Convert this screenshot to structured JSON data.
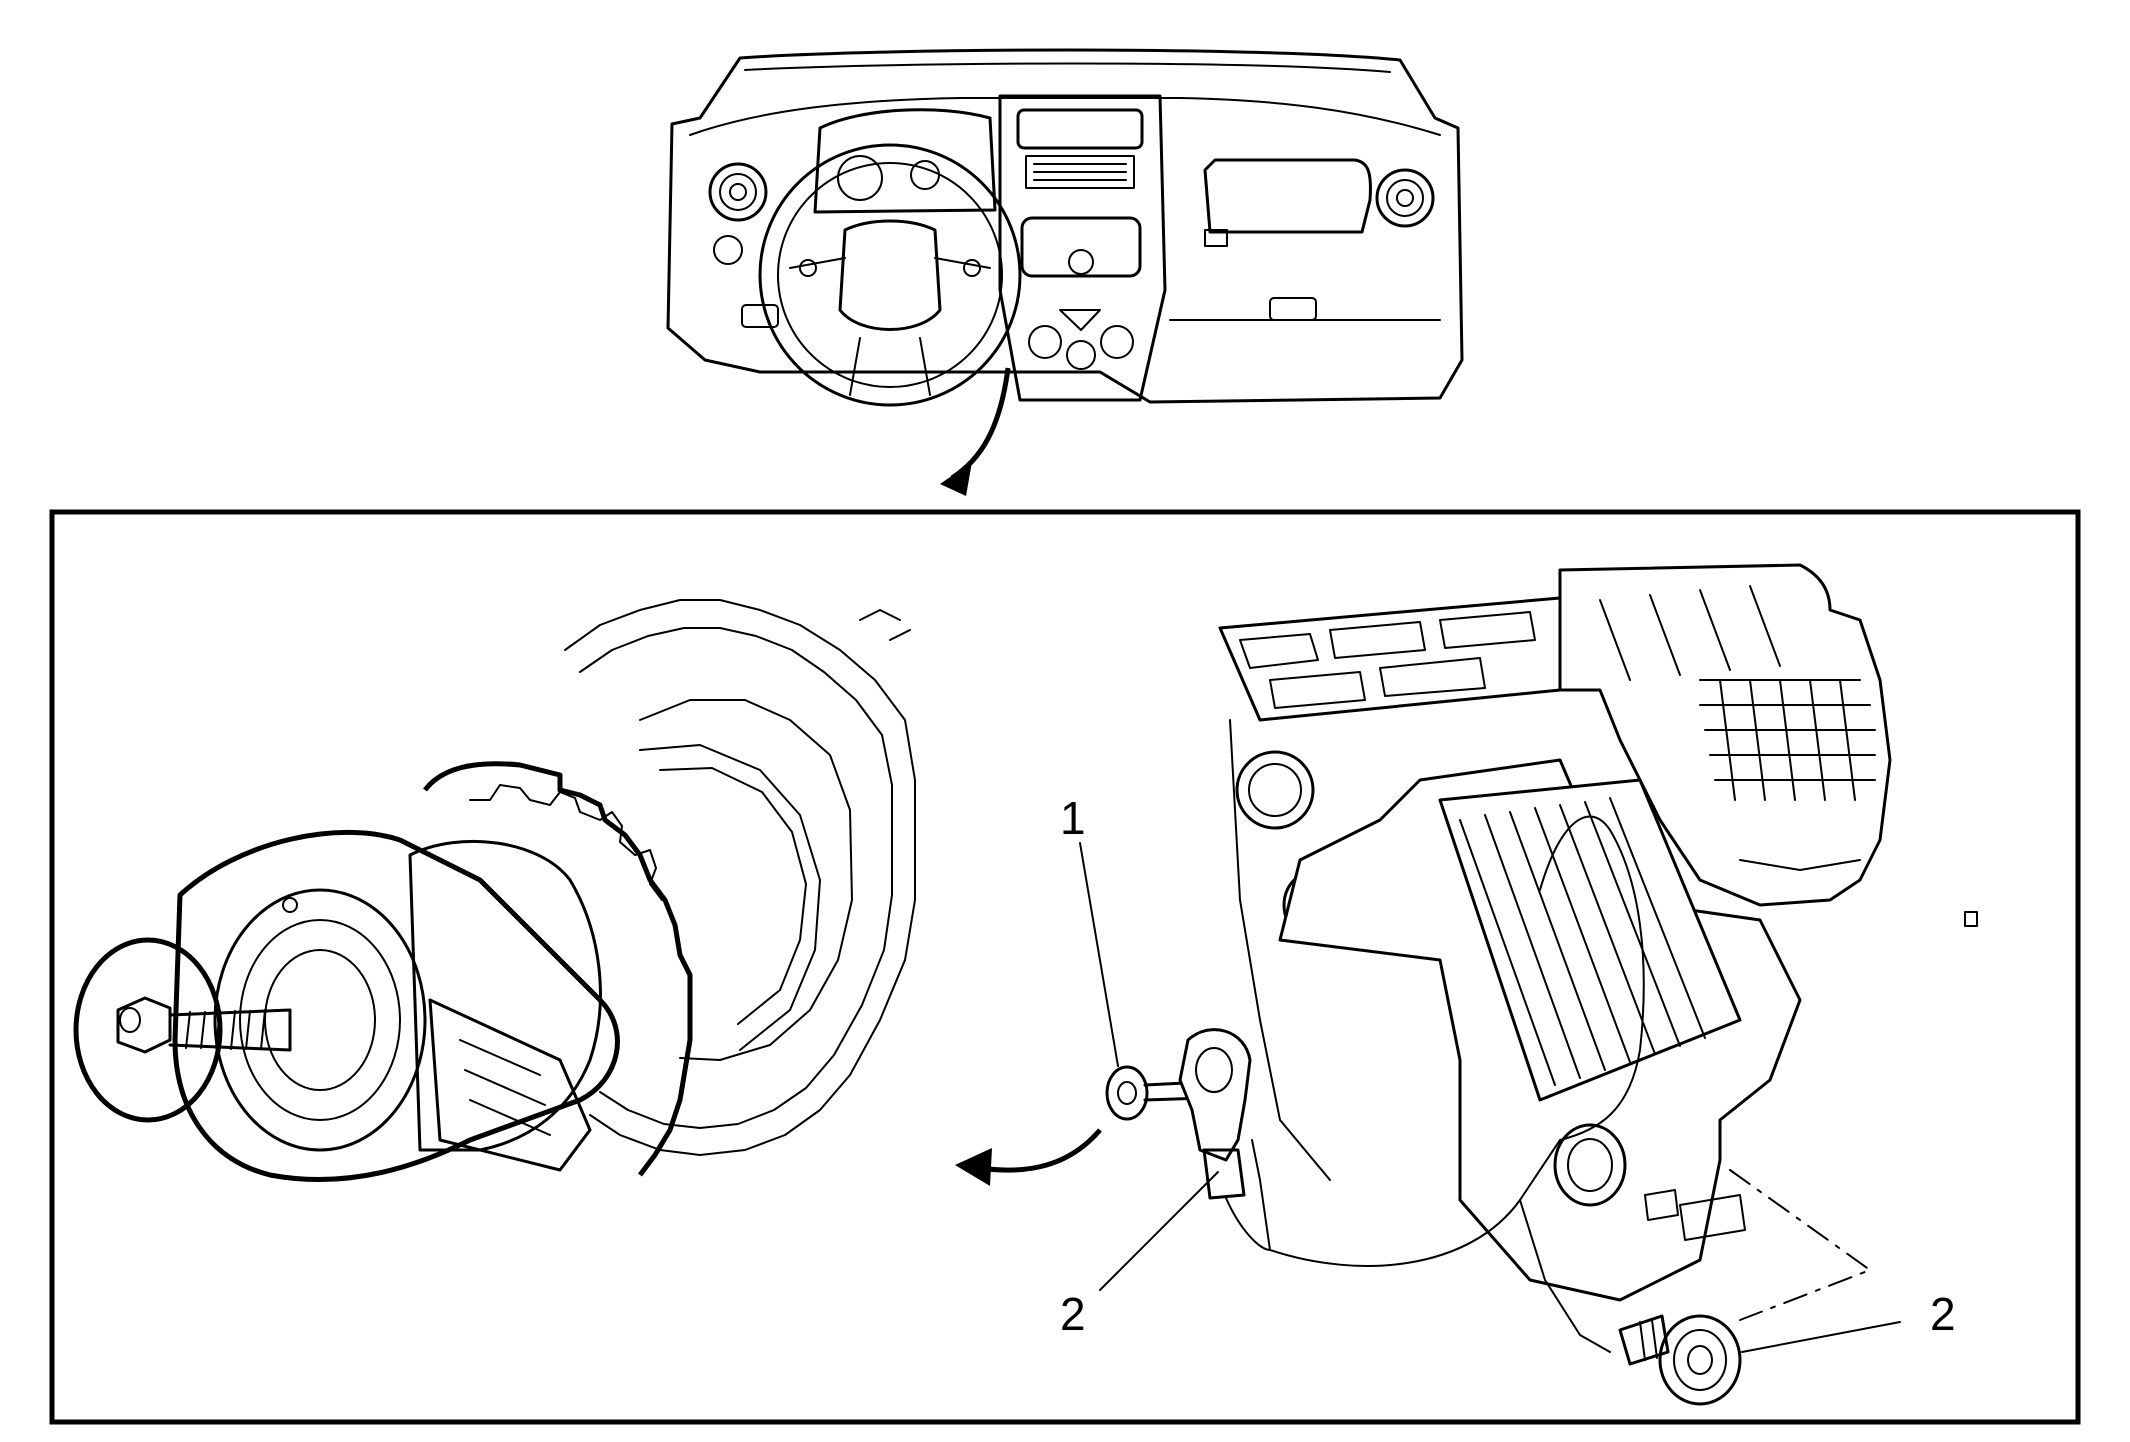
{
  "callouts": {
    "bolt": "1",
    "sensor_left": "2",
    "sensor_right": "2"
  },
  "colors": {
    "line": "#000000",
    "background": "#ffffff"
  },
  "icons": {
    "view_arrow_top": "curved-arrow-icon",
    "view_arrow_detail": "curved-arrow-icon"
  }
}
